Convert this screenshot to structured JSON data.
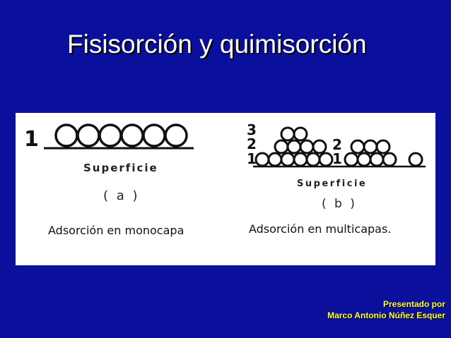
{
  "slide": {
    "title": "Fisisorción y quimisorción",
    "background_color": "#0a109c"
  },
  "figure": {
    "panel_a": {
      "layer_number": "1",
      "surface_label": "Superficie",
      "sub_label": "( a )",
      "caption": "Adsorción en monocapa"
    },
    "panel_b": {
      "layer_numbers": [
        "3",
        "2",
        "1"
      ],
      "middle_numbers": [
        "2",
        "1"
      ],
      "surface_label": "Superficie",
      "sub_label": "( b )",
      "caption": "Adsorción en multicapas."
    }
  },
  "credits": {
    "line1": "Presentado por",
    "line2": "Marco Antonio Núñez Esquer",
    "color": "#ffff33"
  }
}
